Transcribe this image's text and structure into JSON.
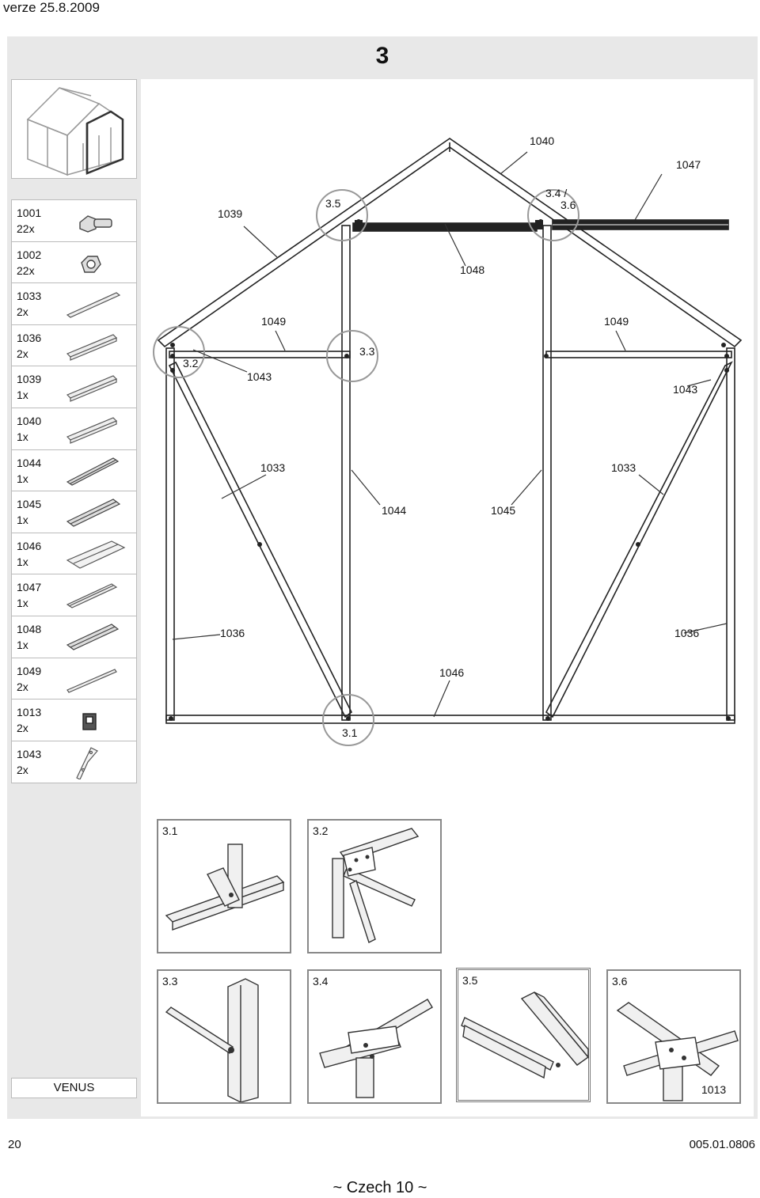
{
  "header": {
    "version": "verze 25.8.2009",
    "step": "3"
  },
  "parts": [
    {
      "code": "1001",
      "qty": "22x",
      "icon": "bolt-icon"
    },
    {
      "code": "1002",
      "qty": "22x",
      "icon": "nut-icon"
    },
    {
      "code": "1033",
      "qty": "2x",
      "icon": "profile-icon"
    },
    {
      "code": "1036",
      "qty": "2x",
      "icon": "profile-icon"
    },
    {
      "code": "1039",
      "qty": "1x",
      "icon": "profile-icon"
    },
    {
      "code": "1040",
      "qty": "1x",
      "icon": "profile-icon"
    },
    {
      "code": "1044",
      "qty": "1x",
      "icon": "profile-icon"
    },
    {
      "code": "1045",
      "qty": "1x",
      "icon": "profile-icon"
    },
    {
      "code": "1046",
      "qty": "1x",
      "icon": "channel-icon"
    },
    {
      "code": "1047",
      "qty": "1x",
      "icon": "profile-icon"
    },
    {
      "code": "1048",
      "qty": "1x",
      "icon": "profile-icon"
    },
    {
      "code": "1049",
      "qty": "2x",
      "icon": "rod-icon"
    },
    {
      "code": "1013",
      "qty": "2x",
      "icon": "clip-icon"
    },
    {
      "code": "1043",
      "qty": "2x",
      "icon": "corner-plate-icon"
    }
  ],
  "callouts": {
    "c1040": "1040",
    "c1047": "1047",
    "c1039": "1039",
    "c1048": "1048",
    "c1049a": "1049",
    "c1049b": "1049",
    "c1043a": "1043",
    "c1043b": "1043",
    "c1033a": "1033",
    "c1033b": "1033",
    "c1044": "1044",
    "c1045": "1045",
    "c1036a": "1036",
    "c1036b": "1036",
    "c1046": "1046",
    "d35": "3.5",
    "d346a": "3.4 /",
    "d346b": "3.6",
    "d32": "3.2",
    "d33": "3.3",
    "d31": "3.1"
  },
  "details": [
    {
      "label": "3.1"
    },
    {
      "label": "3.2"
    },
    {
      "label": "3.3"
    },
    {
      "label": "3.4"
    },
    {
      "label": "3.5"
    },
    {
      "label": "3.6",
      "part": "1013"
    }
  ],
  "footer": {
    "brand": "VENUS",
    "page": "20",
    "code": "005.01.0806",
    "language": "~ Czech 10 ~"
  }
}
